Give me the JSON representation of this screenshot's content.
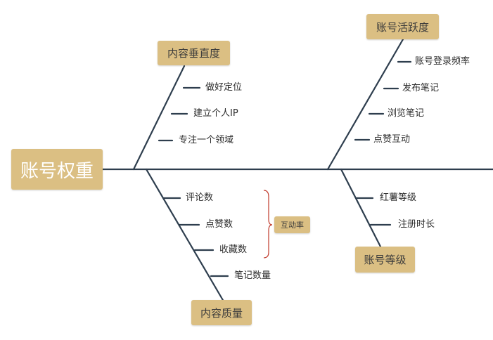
{
  "main_topic": "账号权重",
  "branches": {
    "content_verticality": {
      "label": "内容垂直度",
      "items": [
        "做好定位",
        "建立个人IP",
        "专注一个领域"
      ]
    },
    "account_activity": {
      "label": "账号活跃度",
      "items": [
        "账号登录频率",
        "发布笔记",
        "浏览笔记",
        "点赞互动"
      ]
    },
    "content_quality": {
      "label": "内容质量",
      "items": [
        "评论数",
        "点赞数",
        "收藏数",
        "笔记数量"
      ],
      "group_label": "互动率"
    },
    "account_level": {
      "label": "账号等级",
      "items": [
        "红薯等级",
        "注册时长"
      ]
    }
  },
  "colors": {
    "box_fill": "#dbbf83",
    "line": "#2e3e4e",
    "bracket": "#c0392b"
  }
}
